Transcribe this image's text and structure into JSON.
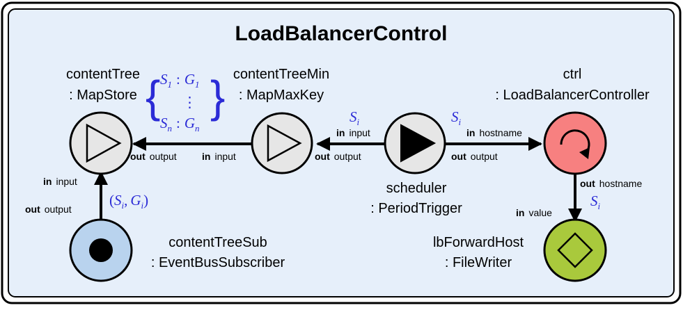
{
  "title": "LoadBalancerControl",
  "colors": {
    "background": "#e6effa",
    "default_node": "#e6e6e6",
    "subscriber_node": "#b9d3ee",
    "controller_node": "#f78080",
    "writer_node": "#a9c93c",
    "math": "#2b2bd6"
  },
  "nodes": {
    "contentTree": {
      "name": "contentTree",
      "type": ": MapStore",
      "icon": "triangle-outline-icon"
    },
    "contentTreeMin": {
      "name": "contentTreeMin",
      "type": ": MapMaxKey",
      "icon": "triangle-outline-icon"
    },
    "scheduler": {
      "name": "scheduler",
      "type": ": PeriodTrigger",
      "icon": "triangle-filled-icon"
    },
    "ctrl": {
      "name": "ctrl",
      "type": ": LoadBalancerController",
      "icon": "circular-arrow-icon"
    },
    "contentTreeSub": {
      "name": "contentTreeSub",
      "type": ": EventBusSubscriber",
      "icon": "filled-dot-icon"
    },
    "lbForwardHost": {
      "name": "lbForwardHost",
      "type": ": FileWriter",
      "icon": "diamond-icon"
    }
  },
  "ports": {
    "in_kw": "in",
    "out_kw": "out",
    "input": "input",
    "output": "output",
    "hostname": "hostname",
    "value": "value"
  },
  "math": {
    "S": "S",
    "G": "G",
    "sub_i": "i",
    "sub_1": "1",
    "sub_n": "n",
    "colon": ":",
    "vdots": "⋮",
    "pair_open": "(",
    "pair_comma": ",",
    "pair_close": ")"
  }
}
